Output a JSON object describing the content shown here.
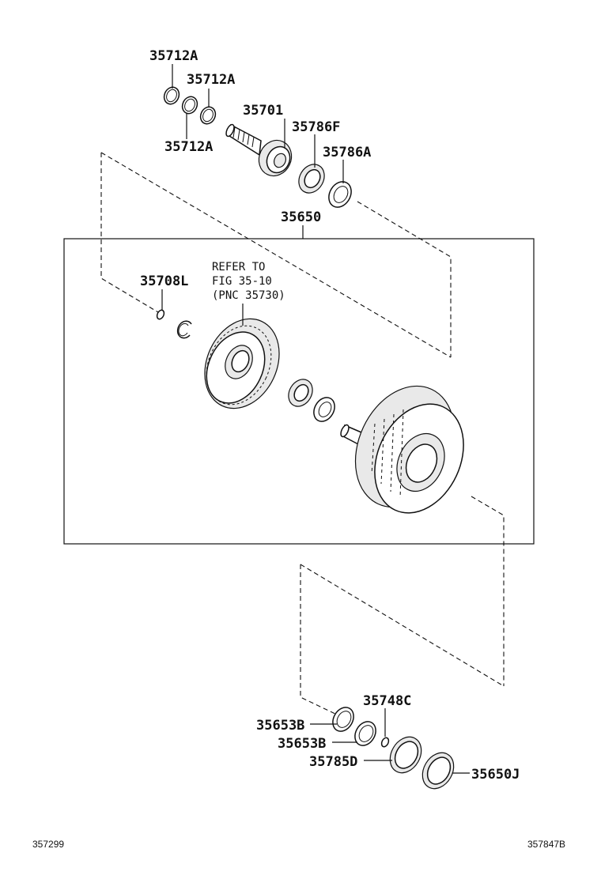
{
  "callouts": {
    "c1": "35712A",
    "c2": "35712A",
    "c3": "35712A",
    "c4": "35701",
    "c5": "35786F",
    "c6": "35786A",
    "c7": "35650",
    "c8": "35708L",
    "c9": "35748C",
    "c10": "35653B",
    "c11": "35653B",
    "c12": "35785D",
    "c13": "35650J"
  },
  "note": {
    "line1": "REFER TO",
    "line2": "FIG 35-10",
    "line3": "(PNC 35730)"
  },
  "footer": {
    "left_code": "357299",
    "right_code": "357847B"
  }
}
